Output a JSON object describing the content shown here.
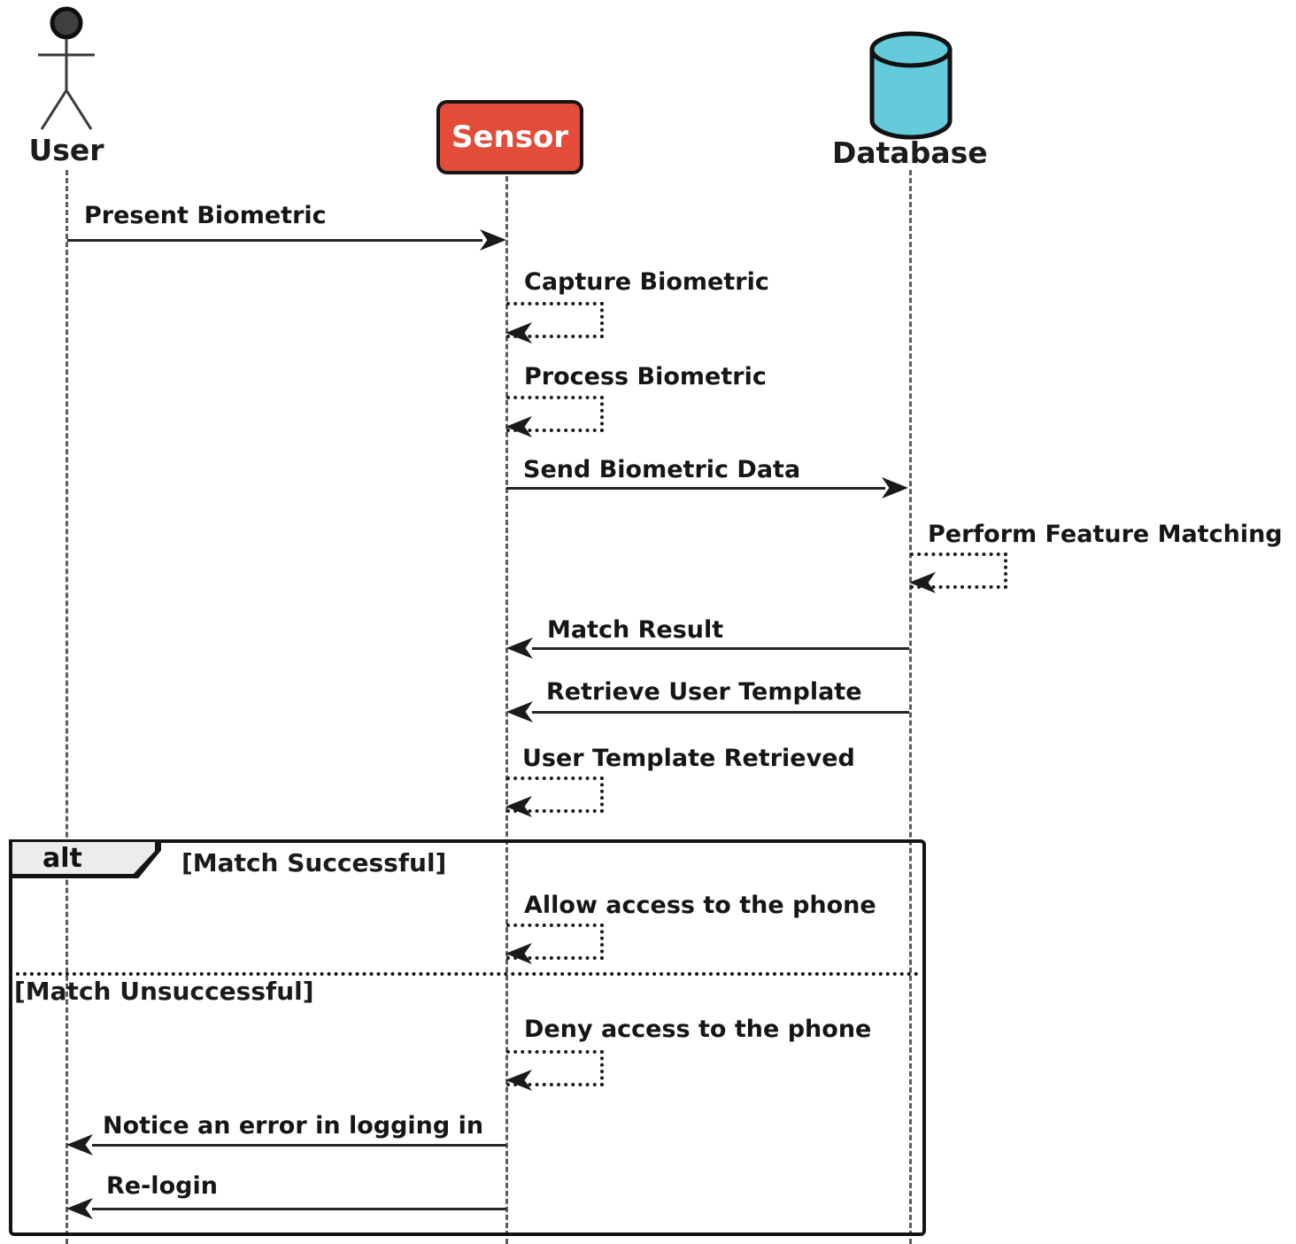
{
  "diagram": {
    "kind": "uml-sequence-diagram",
    "actors": {
      "user": {
        "label": "User",
        "shape": "stick-figure"
      },
      "sensor": {
        "label": "Sensor",
        "shape": "rounded-box",
        "fill": "#e44c3a"
      },
      "database": {
        "label": "Database",
        "shape": "cylinder",
        "fill": "#63cbdb"
      }
    },
    "messages": {
      "present_biometric": {
        "label": "Present Biometric",
        "from": "User",
        "to": "Sensor",
        "style": "solid"
      },
      "capture_biometric": {
        "label": "Capture Biometric",
        "from": "Sensor",
        "to": "Sensor",
        "style": "dotted-self"
      },
      "process_biometric": {
        "label": "Process Biometric",
        "from": "Sensor",
        "to": "Sensor",
        "style": "dotted-self"
      },
      "send_biometric_data": {
        "label": "Send Biometric Data",
        "from": "Sensor",
        "to": "Database",
        "style": "solid"
      },
      "perform_feature_matching": {
        "label": "Perform Feature Matching",
        "from": "Database",
        "to": "Database",
        "style": "dotted-self"
      },
      "match_result": {
        "label": "Match Result",
        "from": "Database",
        "to": "Sensor",
        "style": "solid"
      },
      "retrieve_user_template": {
        "label": "Retrieve User Template",
        "from": "Database",
        "to": "Sensor",
        "style": "solid"
      },
      "user_template_retrieved": {
        "label": "User Template Retrieved",
        "from": "Sensor",
        "to": "Sensor",
        "style": "dotted-self"
      },
      "allow_access": {
        "label": "Allow access to the phone",
        "from": "Sensor",
        "to": "Sensor",
        "style": "dotted-self"
      },
      "deny_access": {
        "label": "Deny access to the phone",
        "from": "Sensor",
        "to": "Sensor",
        "style": "dotted-self"
      },
      "notice_error": {
        "label": "Notice an error in logging in",
        "from": "Sensor",
        "to": "User",
        "style": "solid"
      },
      "re_login": {
        "label": "Re-login",
        "from": "Sensor",
        "to": "User",
        "style": "solid"
      }
    },
    "alt_frame": {
      "operator_label": "alt",
      "success_guard": "[Match Successful]",
      "unsuccessful_guard": "[Match Unsuccessful]"
    },
    "colors": {
      "sensor_fill": "#e44c3a",
      "database_fill": "#63cbdb",
      "frame_tab_fill": "#ececec",
      "line": "#262626",
      "lifeline": "#5c5c5c"
    }
  }
}
